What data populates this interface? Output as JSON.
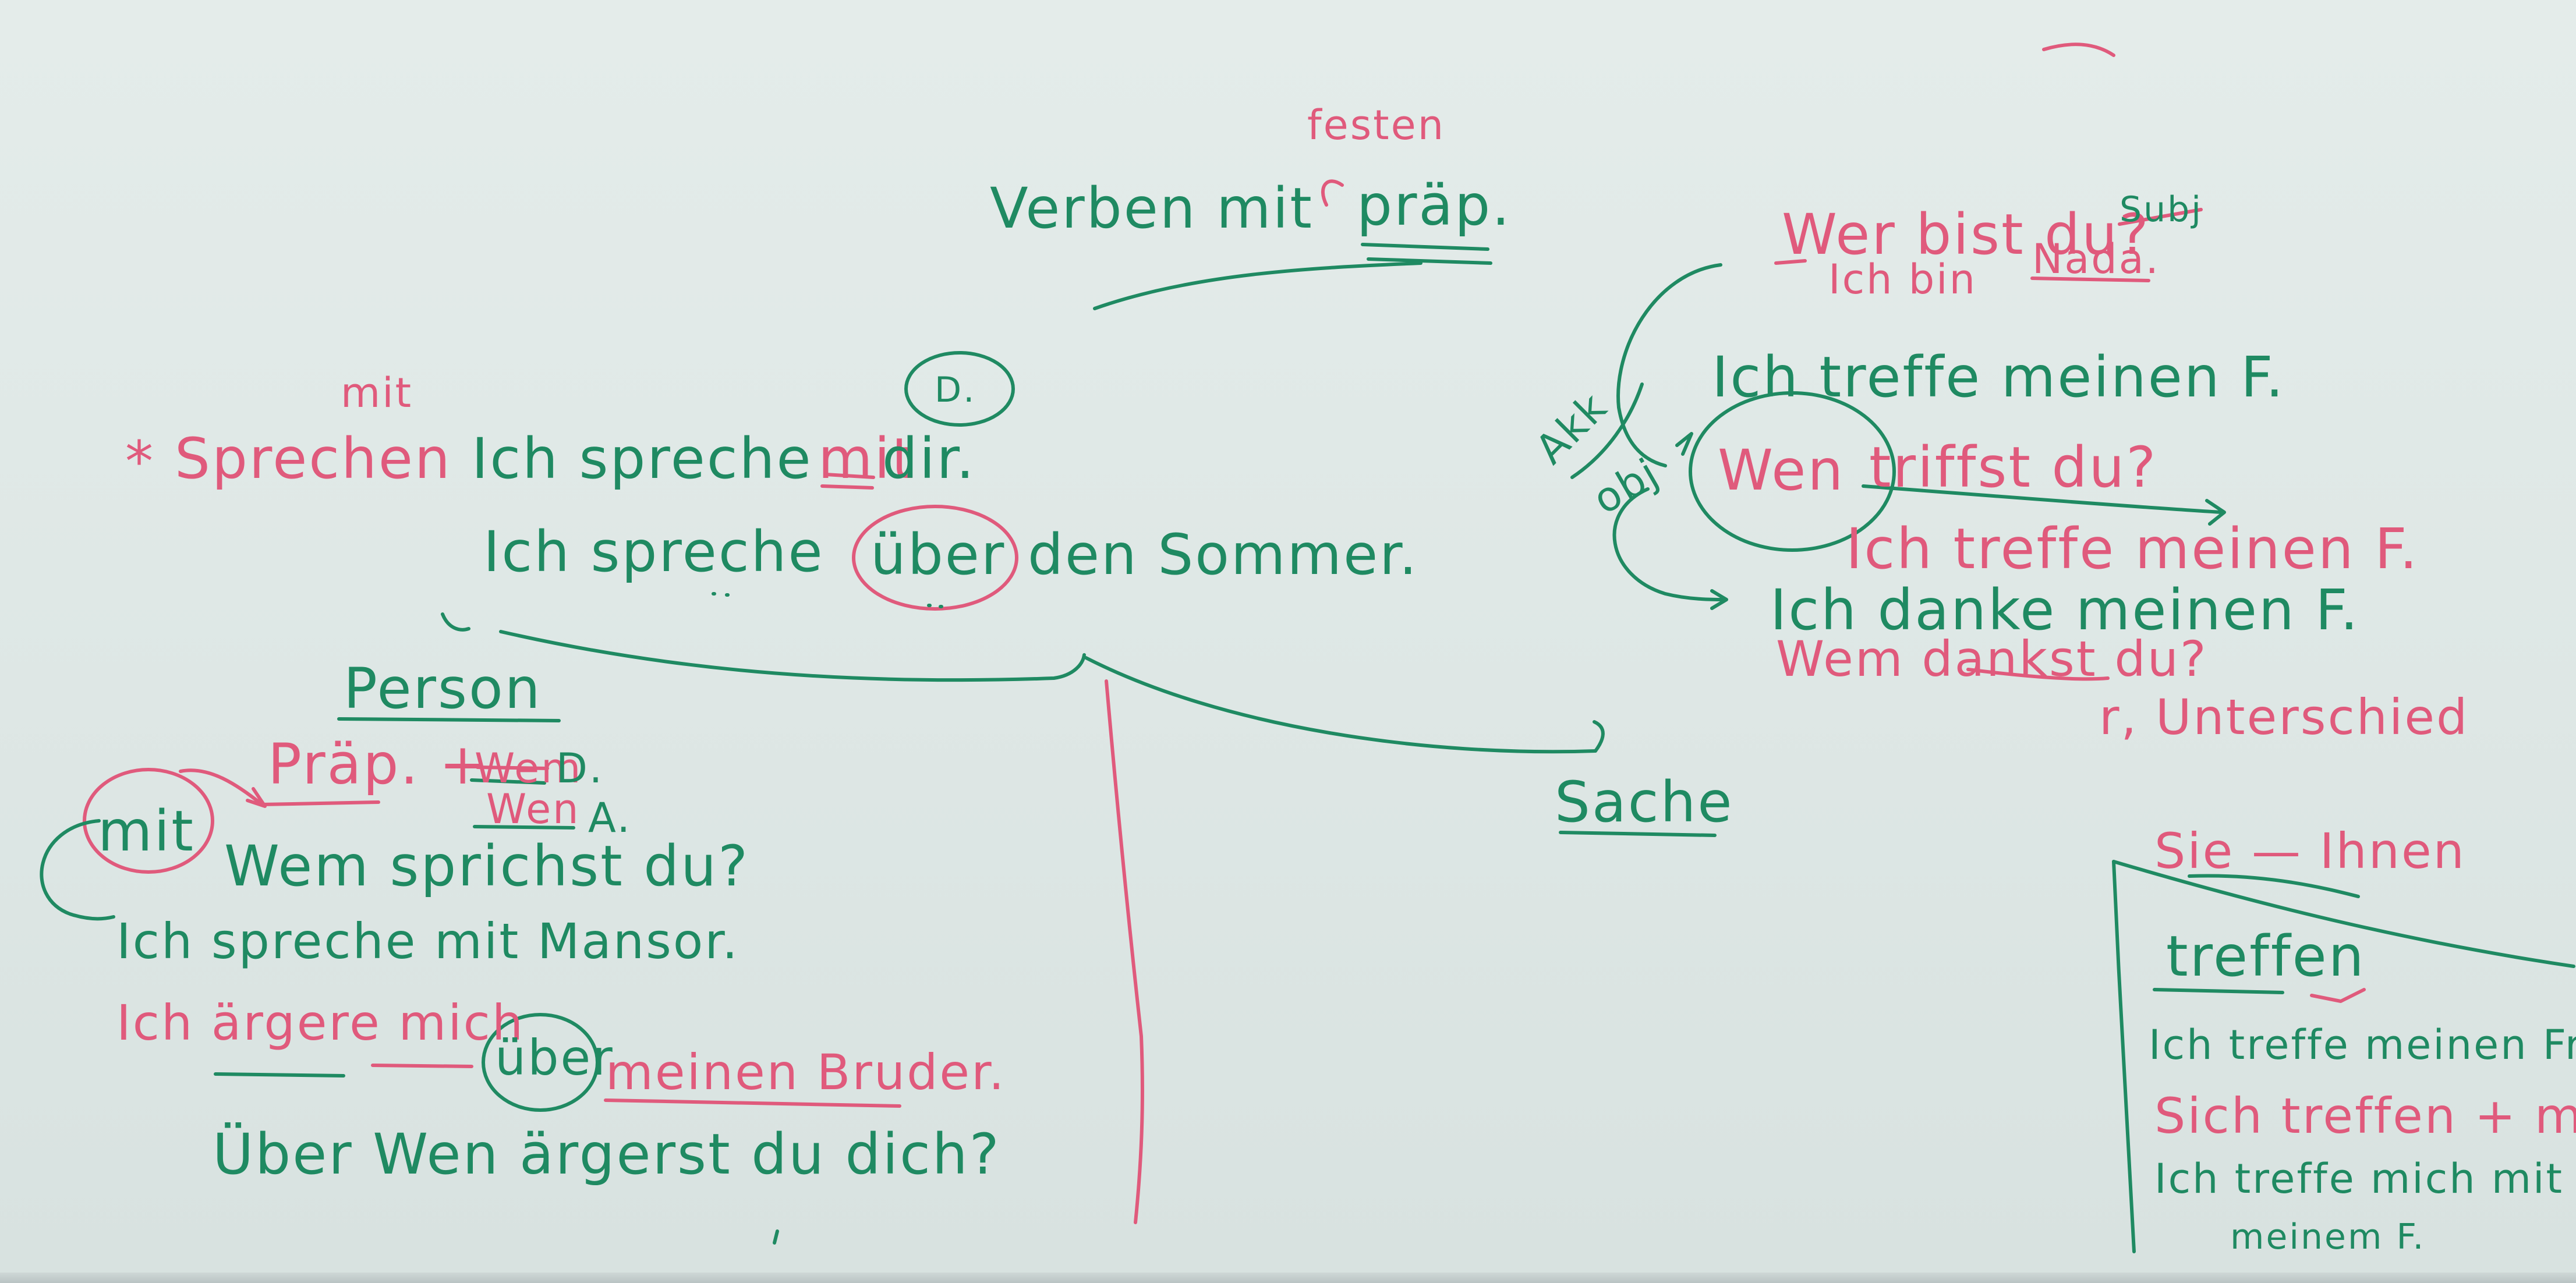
{
  "board": {
    "title_green": "Verben mit",
    "title_red": "präp.",
    "title_insert": "festen",
    "left": {
      "mit_above": "mit",
      "star": "*",
      "sprechen": "Sprechen",
      "ex1_a": "Ich spreche",
      "ex1_red": "mit",
      "ex1_b": "dir.",
      "circled_d": "D.",
      "ex2_a": "Ich spreche",
      "ex2_circled": "über",
      "ex2_b": "den Sommer."
    },
    "branch": {
      "person": "Person",
      "sache": "Sache",
      "praep_formula": "Präp. +",
      "wem": "Wem",
      "wem_case": "D.",
      "wen": "Wen",
      "wen_case": "A."
    },
    "person_examples": {
      "mit_circled": "mit",
      "question": "Wem sprichst du?",
      "answer": "Ich spreche mit Mansor.",
      "aergern_a": "Ich ärgere mich",
      "aergern_circled": "über",
      "aergern_b": "meinen Bruder.",
      "aergern_question": "Über Wen ärgerst du dich?"
    },
    "right": {
      "wer_q": "Wer bist du?",
      "subj": "Subj",
      "ich_bin": "Ich bin",
      "name": "Nada.",
      "akk": "Akk",
      "obj": "obj",
      "treffe": "Ich treffe meinen F.",
      "wen_circled": "Wen",
      "triffst": "triffst du?",
      "treffe_answer": "Ich treffe meinen F.",
      "danke": "Ich danke meinen F.",
      "dankst": "Wem dankst du?",
      "unterschied": "r, Unterschied"
    },
    "box": {
      "sie_ihnen": "Sie — Ihnen",
      "treffen": "treffen",
      "treffe_freund": "Ich treffe meinen Freund.",
      "sich_treffen": "Sich treffen + mit",
      "treffe_mich": "Ich treffe mich mit",
      "meinem": "meinem F."
    },
    "colors": {
      "board": "#dfe8e6",
      "green_marker": "#1f8a62",
      "red_marker": "#e05a7c"
    }
  }
}
